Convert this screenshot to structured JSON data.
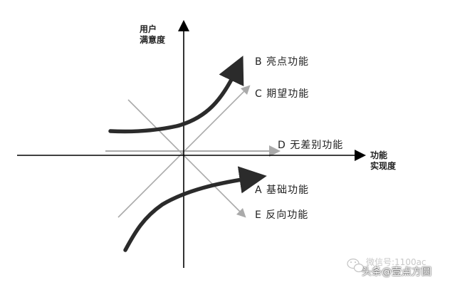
{
  "y_axis": {
    "line1": "用户",
    "line2": "满意度"
  },
  "x_axis": {
    "line1": "功能",
    "line2": "实现度"
  },
  "curves": {
    "b": "B 亮点功能",
    "c": "C 期望功能",
    "d": "D 无差别功能",
    "a": "A 基础功能",
    "e": "E 反向功能"
  },
  "watermark": {
    "back": "微信号:1100ac",
    "front": "头条@壹点方圆"
  },
  "colors": {
    "axis": "#000000",
    "curve": "#2b2b2b",
    "guide": "#aaaaaa",
    "text": "#222222"
  }
}
